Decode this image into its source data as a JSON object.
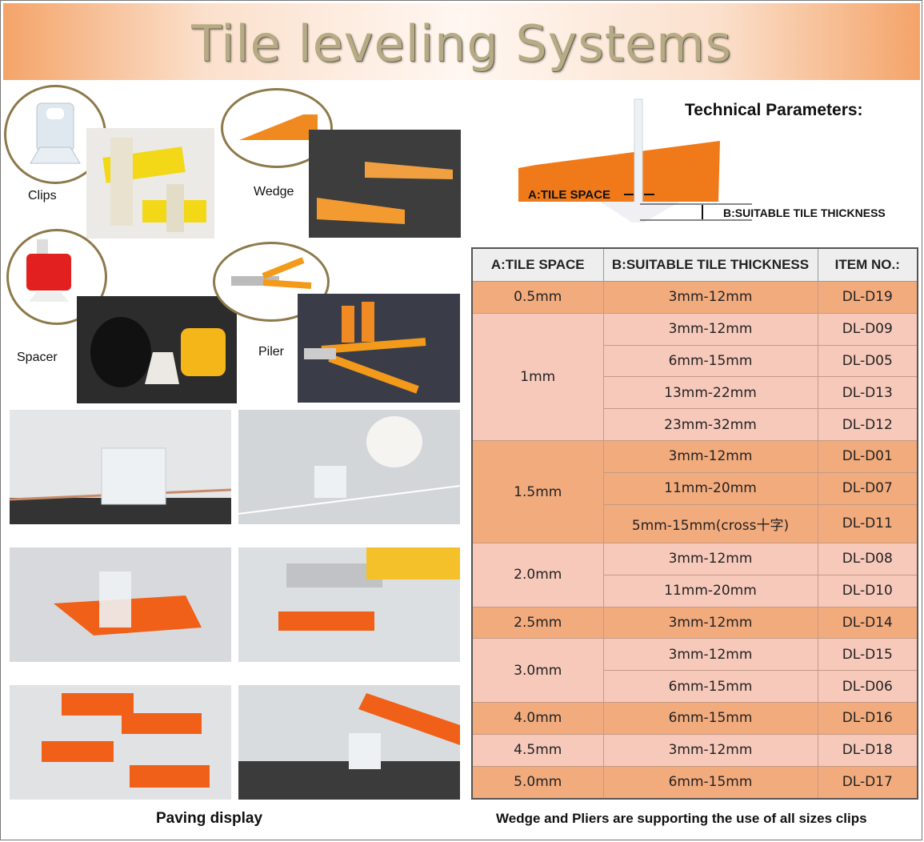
{
  "banner": {
    "title": "Tile leveling Systems"
  },
  "products": {
    "clips": "Clips",
    "wedge": "Wedge",
    "spacer": "Spacer",
    "piler": "Piler"
  },
  "paving_display": "Paving display",
  "footer_note": "Wedge and Pliers are supporting  the use of all sizes clips",
  "tech": {
    "title": "Technical Parameters:",
    "label_a": "A:TILE SPACE",
    "label_b": "B:SUITABLE TILE THICKNESS"
  },
  "table": {
    "headers": [
      "A:TILE SPACE",
      "B:SUITABLE TILE THICKNESS",
      "ITEM NO.:"
    ],
    "groups": [
      {
        "space": "0.5mm",
        "rows": [
          {
            "thickness": "3mm-12mm",
            "item": "DL-D19"
          }
        ]
      },
      {
        "space": "1mm",
        "rows": [
          {
            "thickness": "3mm-12mm",
            "item": "DL-D09"
          },
          {
            "thickness": "6mm-15mm",
            "item": "DL-D05"
          },
          {
            "thickness": "13mm-22mm",
            "item": "DL-D13"
          },
          {
            "thickness": "23mm-32mm",
            "item": "DL-D12"
          }
        ]
      },
      {
        "space": "1.5mm",
        "rows": [
          {
            "thickness": "3mm-12mm",
            "item": "DL-D01"
          },
          {
            "thickness": "11mm-20mm",
            "item": "DL-D07"
          },
          {
            "thickness": "5mm-15mm(cross十字)",
            "item": "DL-D11"
          }
        ]
      },
      {
        "space": "2.0mm",
        "rows": [
          {
            "thickness": "3mm-12mm",
            "item": "DL-D08"
          },
          {
            "thickness": "11mm-20mm",
            "item": "DL-D10"
          }
        ]
      },
      {
        "space": "2.5mm",
        "rows": [
          {
            "thickness": "3mm-12mm",
            "item": "DL-D14"
          }
        ]
      },
      {
        "space": "3.0mm",
        "rows": [
          {
            "thickness": "3mm-12mm",
            "item": "DL-D15"
          },
          {
            "thickness": "6mm-15mm",
            "item": "DL-D06"
          }
        ]
      },
      {
        "space": "4.0mm",
        "rows": [
          {
            "thickness": "6mm-15mm",
            "item": "DL-D16"
          }
        ]
      },
      {
        "space": "4.5mm",
        "rows": [
          {
            "thickness": "3mm-12mm",
            "item": "DL-D18"
          }
        ]
      },
      {
        "space": "5.0mm",
        "rows": [
          {
            "thickness": "6mm-15mm",
            "item": "DL-D17"
          }
        ]
      }
    ]
  },
  "colors": {
    "orange": "#f07a1a",
    "row_dark": "#f2ab7d",
    "row_light": "#f7c9ba"
  }
}
